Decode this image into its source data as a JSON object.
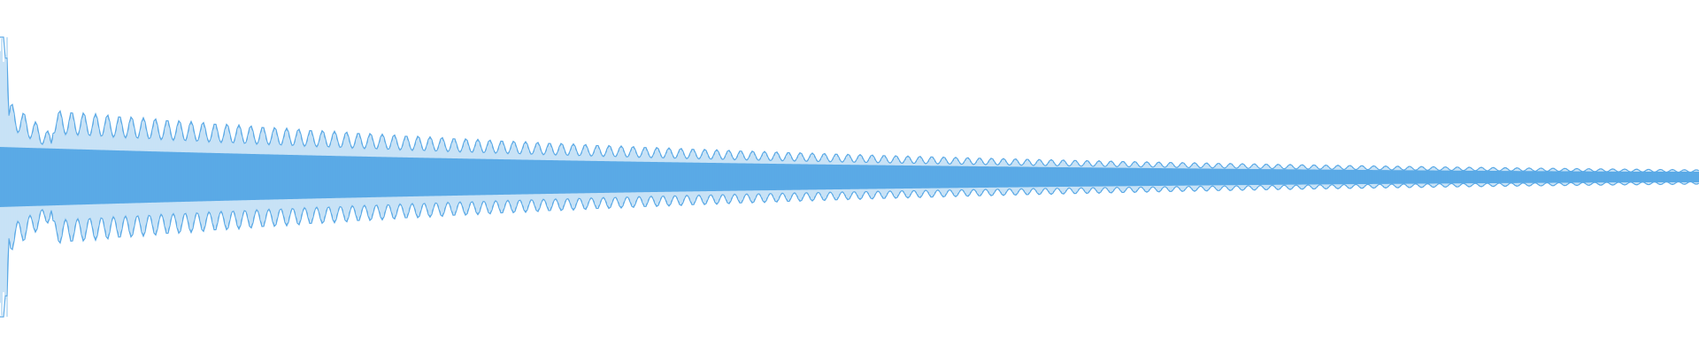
{
  "waveform": {
    "color": "#5aa9e6",
    "background": "#ffffff",
    "style": "decaying oscillation envelope",
    "peak_amplitude": 0.73,
    "final_amplitude": 0.03
  }
}
